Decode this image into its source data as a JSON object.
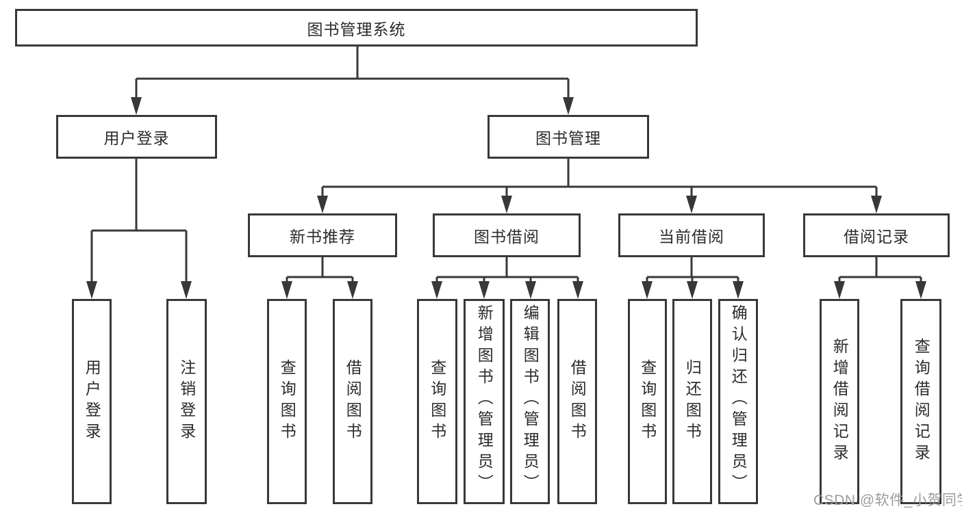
{
  "tree": {
    "label": "图书管理系统",
    "children": [
      {
        "label": "用户登录",
        "children": [
          {
            "label": "用户登录"
          },
          {
            "label": "注销登录"
          }
        ]
      },
      {
        "label": "图书管理",
        "children": [
          {
            "label": "新书推荐",
            "children": [
              {
                "label": "查询图书"
              },
              {
                "label": "借阅图书"
              }
            ]
          },
          {
            "label": "图书借阅",
            "children": [
              {
                "label": "查询图书"
              },
              {
                "label": "新增图书（管理员）"
              },
              {
                "label": "编辑图书（管理员）"
              },
              {
                "label": "借阅图书"
              }
            ]
          },
          {
            "label": "当前借阅",
            "children": [
              {
                "label": "查询图书"
              },
              {
                "label": "归还图书"
              },
              {
                "label": "确认归还（管理员）"
              }
            ]
          },
          {
            "label": "借阅记录",
            "children": [
              {
                "label": "新增借阅记录"
              },
              {
                "label": "查询借阅记录"
              }
            ]
          }
        ]
      }
    ]
  },
  "watermark": {
    "text": "CSDN @软件_小贺同学"
  },
  "colors": {
    "line": "#383838",
    "box_border": "#383838",
    "box_fill": "#ffffff",
    "text": "#2b2b2b",
    "watermark": "#9c9c9c",
    "background": "#ffffff"
  }
}
